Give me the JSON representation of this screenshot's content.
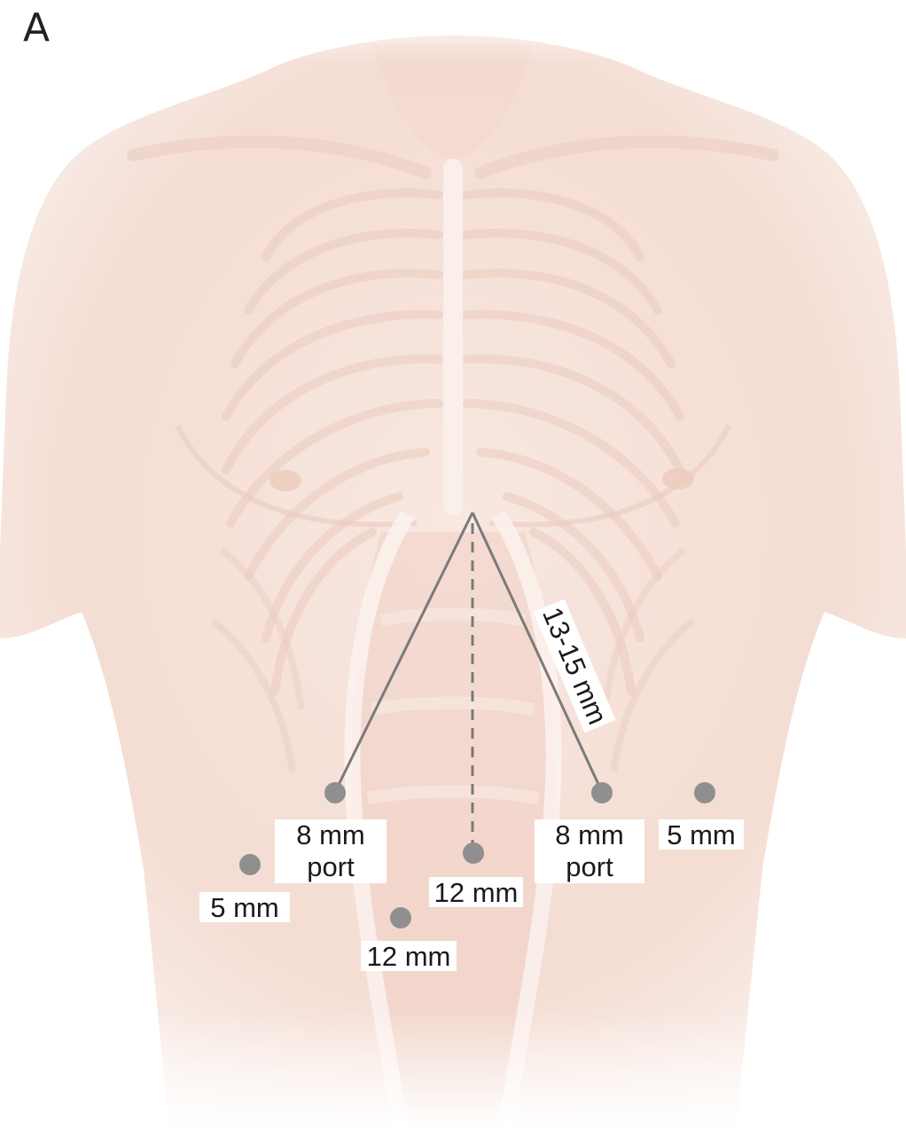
{
  "panel_label": "A",
  "measurement_label": "13-15 mm",
  "ports": [
    {
      "id": "left-8mm",
      "line1": "8 mm",
      "line2": "port"
    },
    {
      "id": "right-8mm",
      "line1": "8 mm",
      "line2": "port"
    },
    {
      "id": "right-5mm",
      "line1": "5 mm"
    },
    {
      "id": "left-5mm",
      "line1": "5 mm"
    },
    {
      "id": "mid-12mm",
      "line1": "12 mm"
    },
    {
      "id": "low-12mm",
      "line1": "12 mm"
    }
  ],
  "colors": {
    "skin": "#f6e4dc",
    "skin_shadow": "#edcfc4",
    "port_dot": "#8f8f8f",
    "guide_line": "#7a7a7a",
    "label_bg": "#ffffff"
  }
}
